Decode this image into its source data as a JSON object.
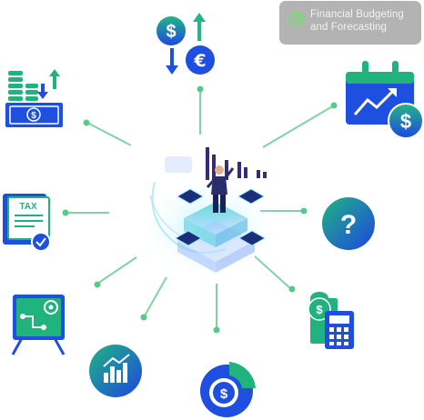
{
  "badge": {
    "icon": "arrow-circle-icon",
    "line1": "Financial Budgeting",
    "line2": "and Forecasting"
  },
  "colors": {
    "green": "#21b37e",
    "teal": "#1ab5a3",
    "blue": "#1f4fe0",
    "connector": "#80d3a6",
    "badge_bg": "#b3b3b3",
    "hub_purple": "#3a2b78"
  },
  "icons": [
    "currency-exchange-icon",
    "calendar-growth-icon",
    "money-stack-icon",
    "tax-form-icon",
    "question-icon",
    "strategy-board-icon",
    "budget-calculator-icon",
    "bar-chart-icon",
    "dollar-pie-icon",
    "server-platform-icon"
  ],
  "tax_form": {
    "label": "TAX"
  }
}
